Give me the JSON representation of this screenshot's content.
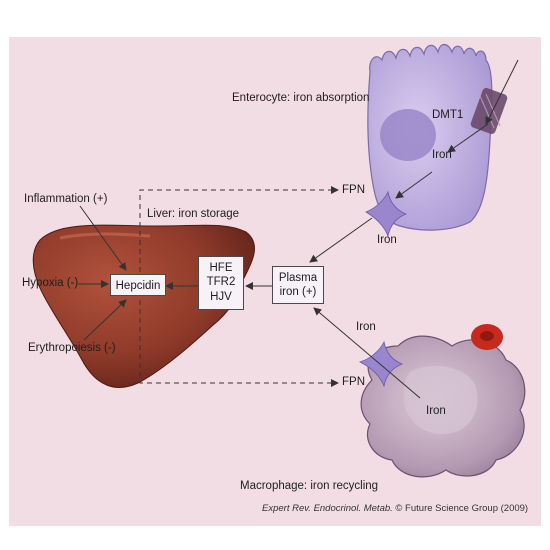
{
  "labels": {
    "enterocyte": "Enterocyte: iron absorption",
    "dmt1": "DMT1",
    "iron_enterocyte": "Iron",
    "fpn_top": "FPN",
    "iron_out_top": "Iron",
    "liver": "Liver: iron storage",
    "inflammation": "Inflammation (+)",
    "hypoxia": "Hypoxia (-)",
    "erythropoiesis": "Erythropoiesis (-)",
    "hepcidin": "Hepcidin",
    "hfe_box": [
      "HFE",
      "TFR2",
      "HJV"
    ],
    "plasma_box": [
      "Plasma",
      "iron (+)"
    ],
    "iron_to_plasma": "Iron",
    "fpn_bottom": "FPN",
    "iron_macrophage": "Iron",
    "macrophage": "Macrophage: iron recycling"
  },
  "credit": {
    "journal": "Expert Rev. Endocrinol. Metab.",
    "publisher": "© Future Science Group (2009)"
  },
  "colors": {
    "background": "#f3dde5",
    "liver": "#8e3a2a",
    "enterocyte": "#c7b8e6",
    "macrophage": "#b89fb7",
    "red_cell": "#c62a1e",
    "arrow": "#333333"
  }
}
